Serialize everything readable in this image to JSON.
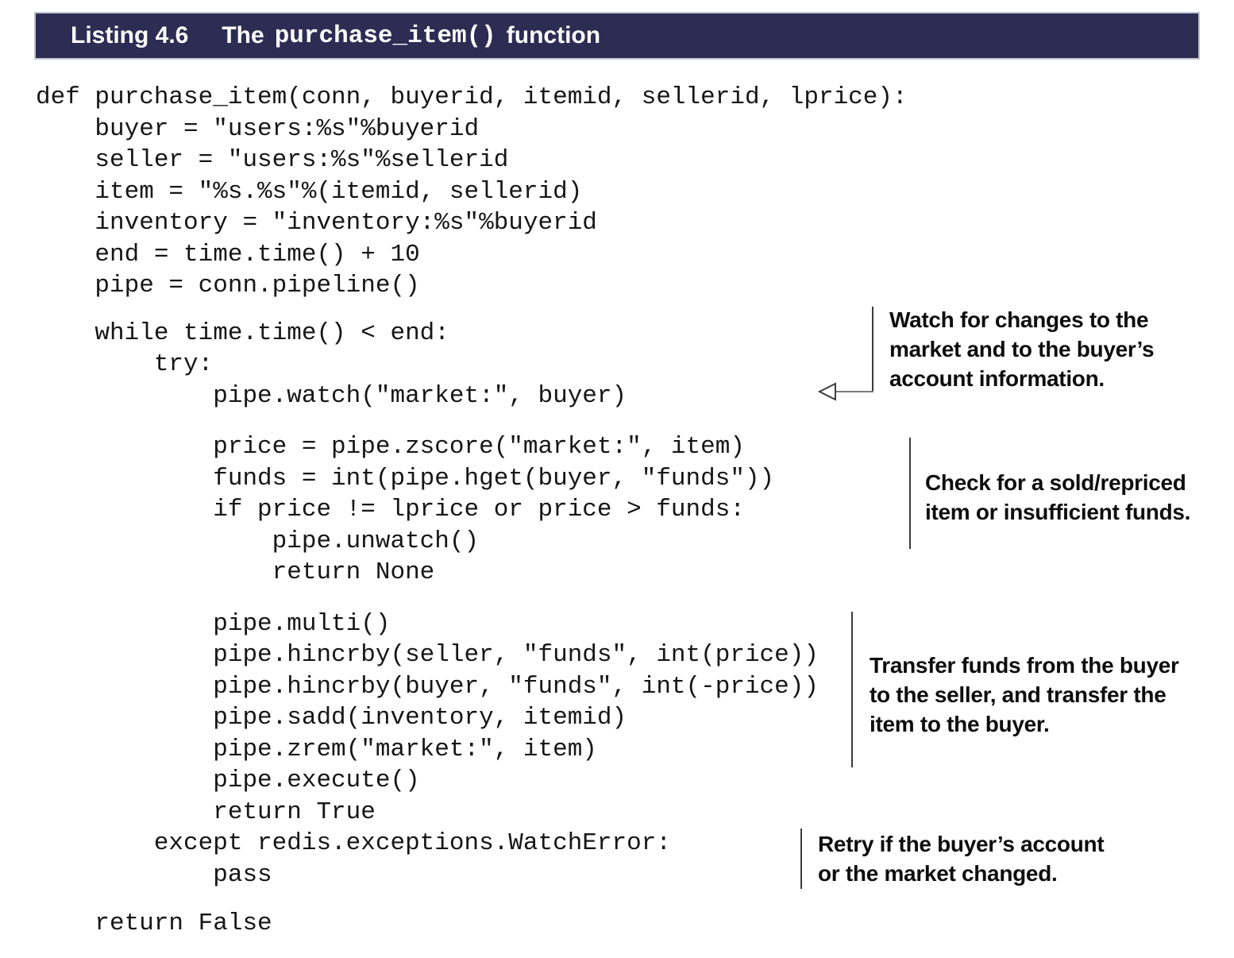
{
  "header": {
    "label": "Listing 4.6",
    "title_prefix": "The",
    "title_code": "purchase_item()",
    "title_suffix": "function",
    "bar_color": "#2d2c53"
  },
  "code": {
    "block_setup": "def purchase_item(conn, buyerid, itemid, sellerid, lprice):\n    buyer = \"users:%s\"%buyerid\n    seller = \"users:%s\"%sellerid\n    item = \"%s.%s\"%(itemid, sellerid)\n    inventory = \"inventory:%s\"%buyerid\n    end = time.time() + 10\n    pipe = conn.pipeline()",
    "block_watch": "    while time.time() < end:\n        try:\n            pipe.watch(\"market:\", buyer)",
    "block_check": "            price = pipe.zscore(\"market:\", item)\n            funds = int(pipe.hget(buyer, \"funds\"))\n            if price != lprice or price > funds:\n                pipe.unwatch()\n                return None",
    "block_transfer": "            pipe.multi()\n            pipe.hincrby(seller, \"funds\", int(price))\n            pipe.hincrby(buyer, \"funds\", int(-price))\n            pipe.sadd(inventory, itemid)\n            pipe.zrem(\"market:\", item)\n            pipe.execute()\n            return True\n        except redis.exceptions.WatchError:\n            pass",
    "block_return": "    return False"
  },
  "annotations": {
    "watch": "Watch for changes to the\nmarket and to the buyer’s\naccount information.",
    "check": "Check for a sold/repriced\nitem or insufficient funds.",
    "transfer": "Transfer funds from the buyer\nto the seller, and transfer the\nitem to the buyer.",
    "retry": "Retry if the buyer’s account\nor the market changed."
  }
}
